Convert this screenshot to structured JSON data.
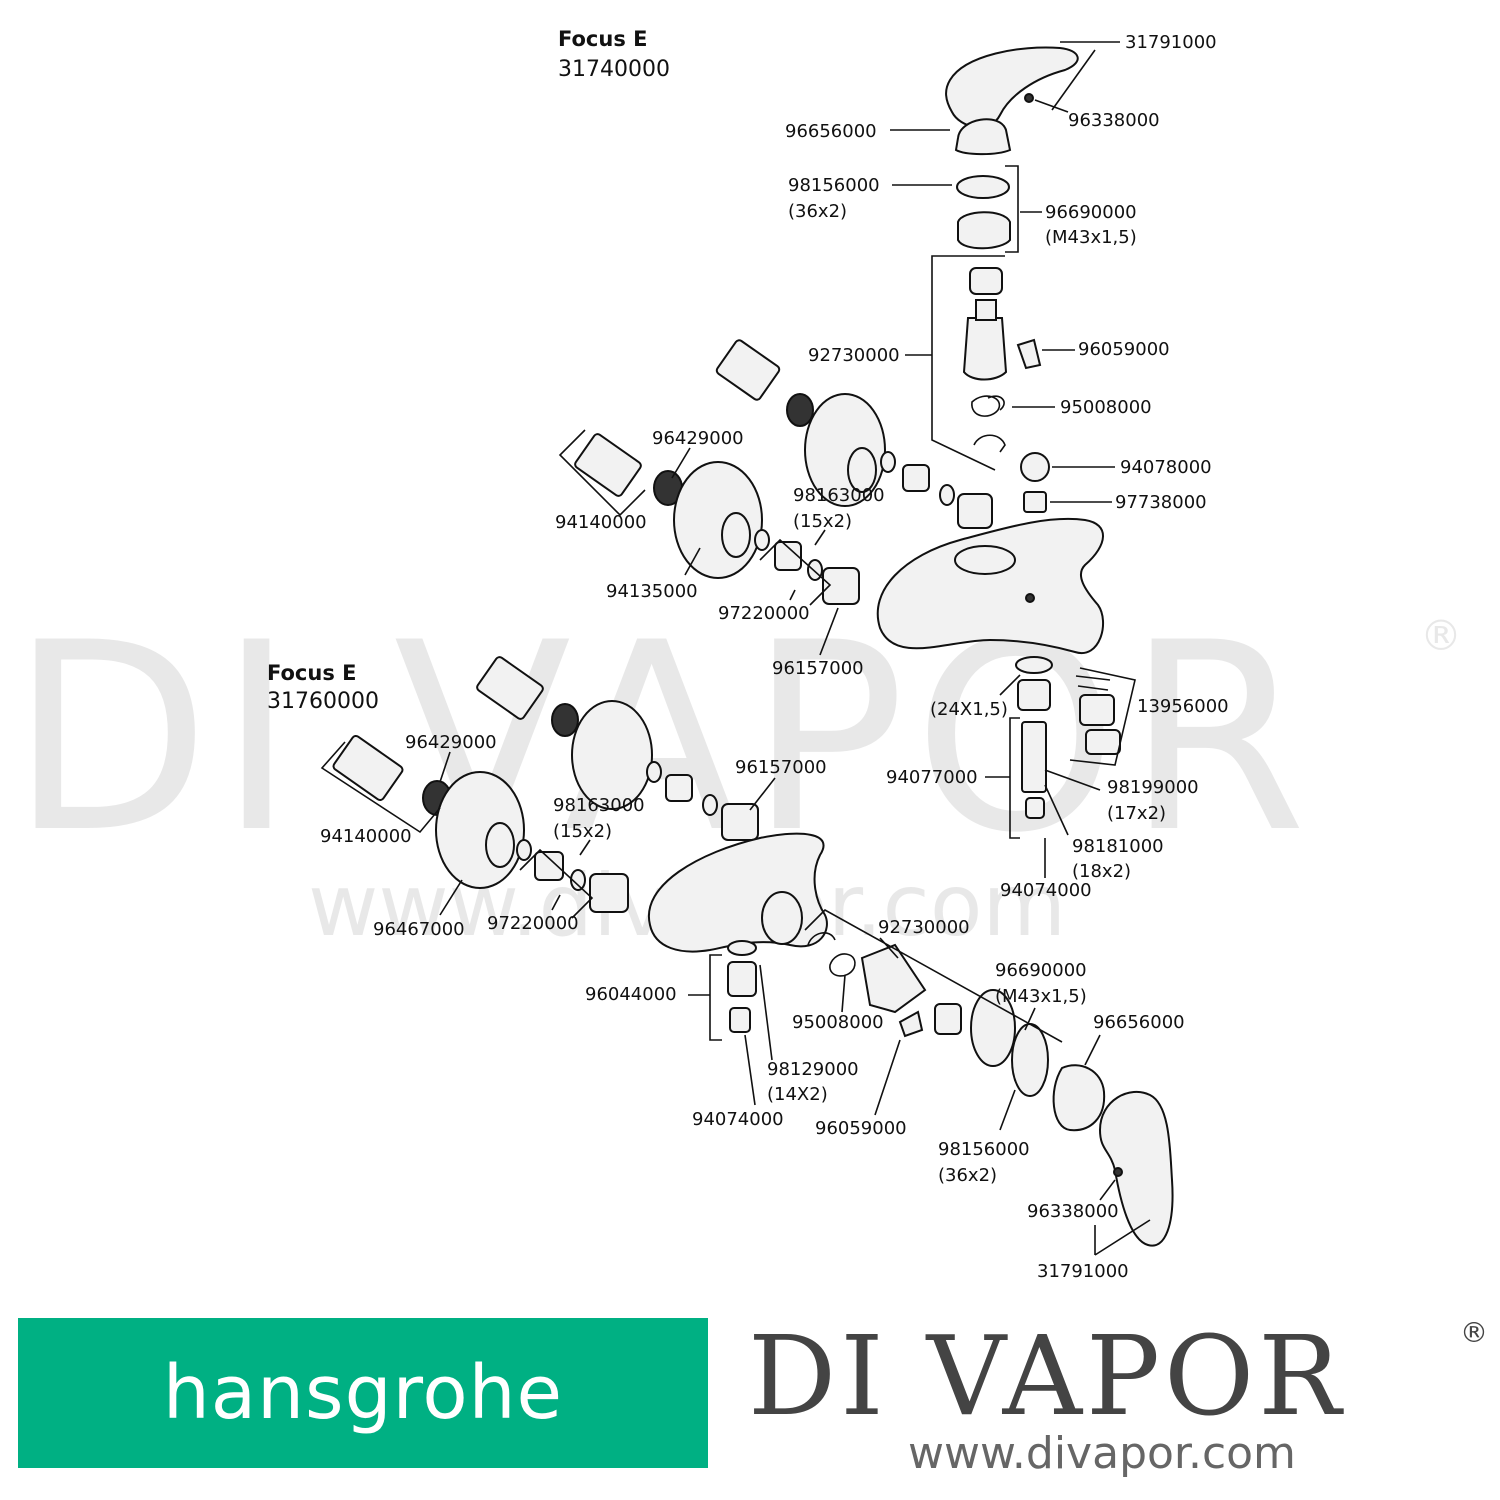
{
  "watermark": {
    "brand": "DI VAPOR",
    "registered": "®",
    "url": "www.divapor.com"
  },
  "top_assembly": {
    "model_name": "Focus E",
    "model_number": "31740000",
    "part_labels": [
      "31791000",
      "96338000",
      "96656000",
      "98156000",
      "(36x2)",
      "96690000",
      "(M43x1,5)",
      "92730000",
      "96059000",
      "95008000",
      "94078000",
      "97738000",
      "96429000",
      "94140000",
      "98163000",
      "(15x2)",
      "94135000",
      "97220000",
      "96157000",
      "(24X1,5)",
      "13956000",
      "94077000",
      "98199000",
      "(17x2)",
      "98181000",
      "(18x2)",
      "94074000"
    ]
  },
  "bottom_assembly": {
    "model_name": "Focus E",
    "model_number": "31760000",
    "part_labels": [
      "96429000",
      "96157000",
      "94140000",
      "98163000",
      "(15x2)",
      "96467000",
      "97220000",
      "92730000",
      "96690000",
      "(M43x1,5)",
      "96656000",
      "96044000",
      "95008000",
      "98129000",
      "(14X2)",
      "94074000",
      "96059000",
      "98156000",
      "(36x2)",
      "96338000",
      "31791000"
    ]
  },
  "footer": {
    "hansgrohe_logo_text": "hansgrohe",
    "divapor_name": "DI VAPOR",
    "divapor_registered": "®",
    "divapor_url": "www.divapor.com"
  }
}
